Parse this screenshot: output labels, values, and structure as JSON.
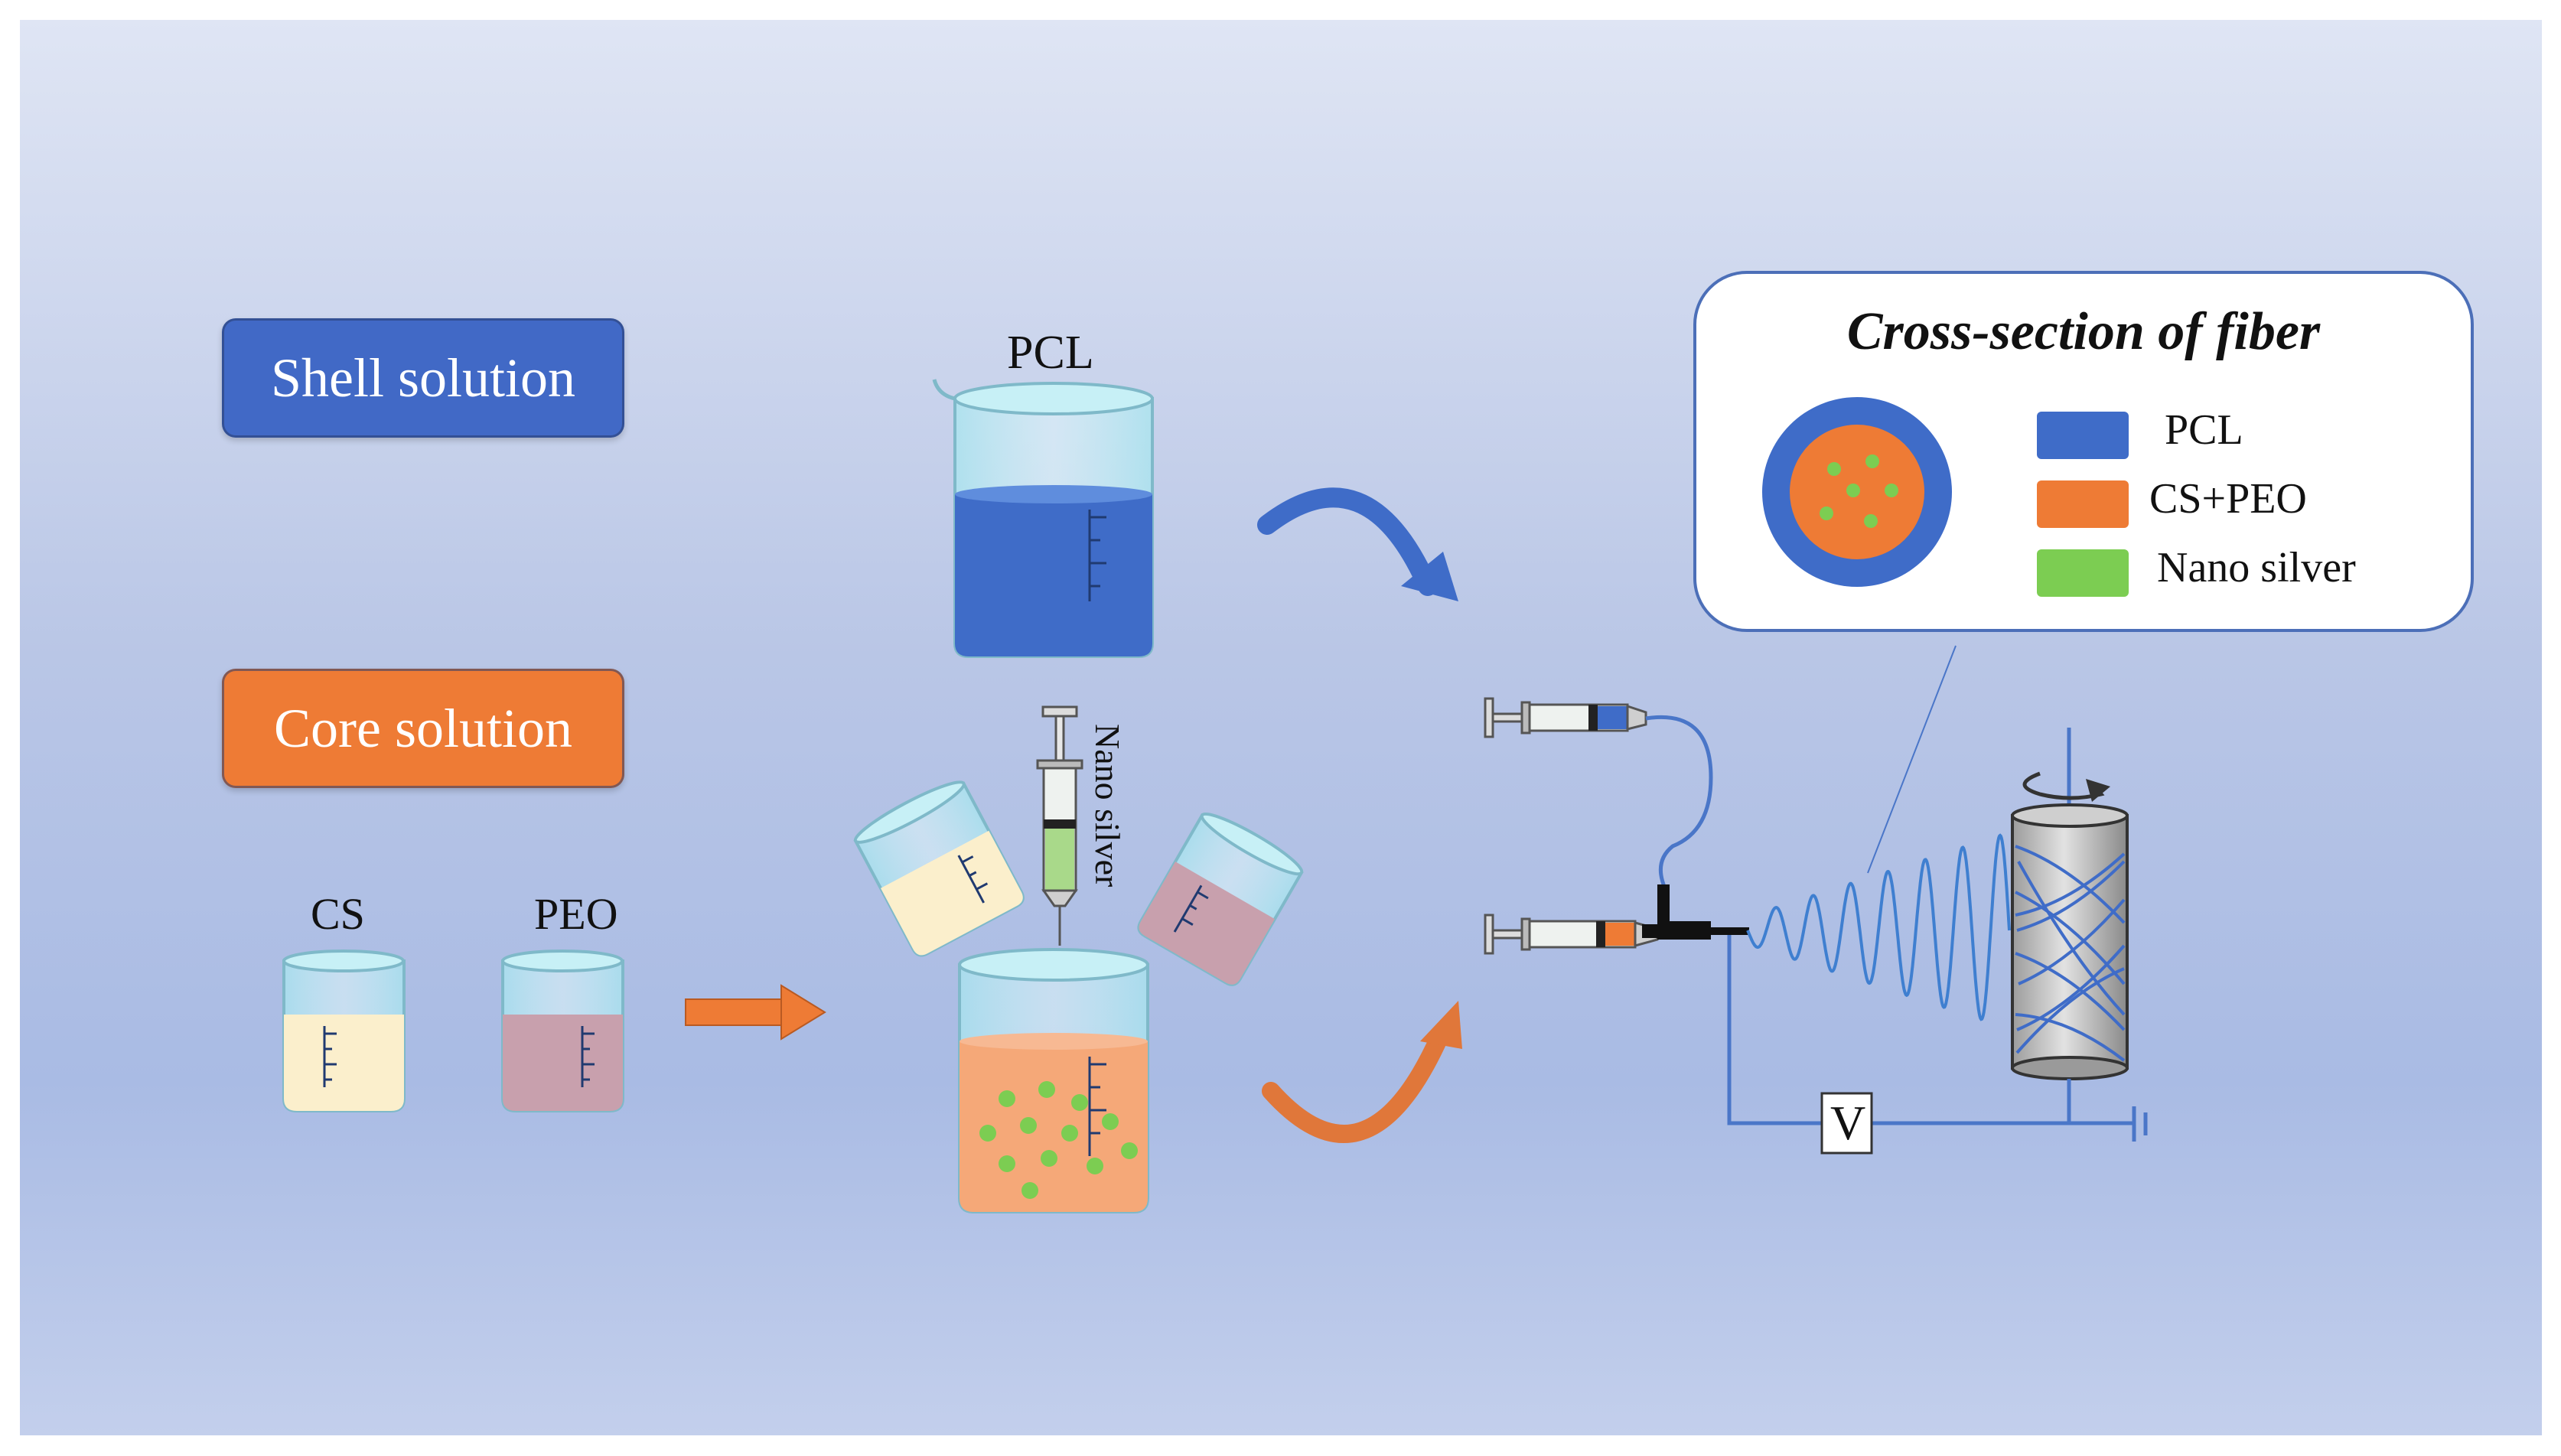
{
  "labels": {
    "shell_solution": "Shell solution",
    "core_solution": "Core solution",
    "pcl": "PCL",
    "cs": "CS",
    "peo": "PEO",
    "nano_silver": "Nano silver",
    "voltage": "V"
  },
  "legend": {
    "title": "Cross-section of fiber",
    "items": [
      {
        "label": "PCL",
        "color": "#3f6cc8"
      },
      {
        "label": "CS+PEO",
        "color": "#ee7b35"
      },
      {
        "label": "Nano silver",
        "color": "#7ccd52"
      }
    ]
  },
  "colors": {
    "shell": "#3f6cc8",
    "core": "#ee7b35",
    "cs_liquid": "#fbefcc",
    "peo_liquid": "#c8a0ad",
    "nano_silver": "#7ccd52",
    "core_mix": "#f5a878",
    "circuit": "#4a76c8",
    "fiber": "#3f7fd0"
  }
}
